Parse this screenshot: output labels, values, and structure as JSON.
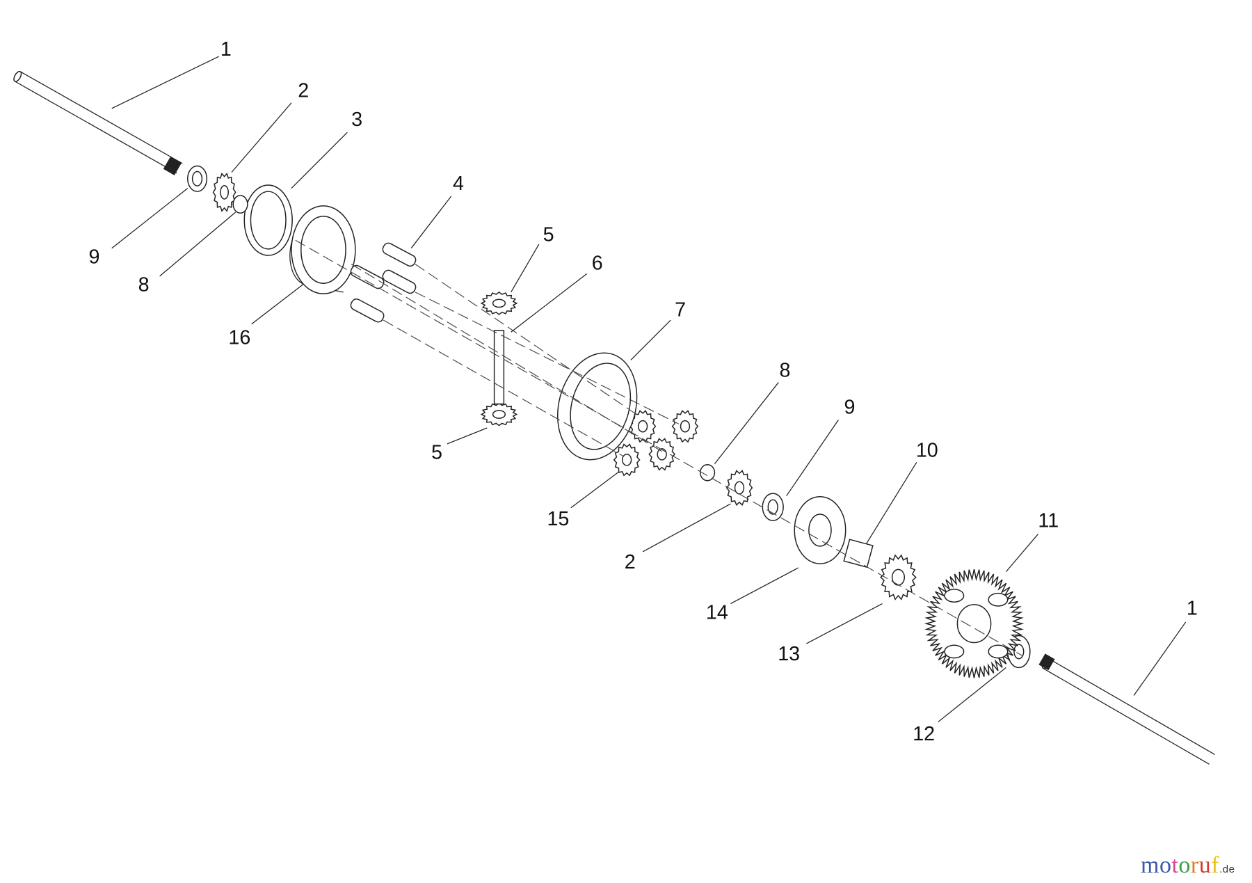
{
  "diagram": {
    "callouts": [
      "1",
      "2",
      "9",
      "8",
      "3",
      "4",
      "5",
      "6",
      "16",
      "7",
      "5",
      "8",
      "9",
      "10",
      "15",
      "2",
      "11",
      "14",
      "13",
      "1",
      "12"
    ]
  },
  "watermark": {
    "text": "motoruf",
    "tld": ".de",
    "letter_colors": [
      "#3a5aa8",
      "#3a5aa8",
      "#d9478f",
      "#3aa048",
      "#e07a1f",
      "#d63a2a",
      "#e8c21a"
    ]
  }
}
